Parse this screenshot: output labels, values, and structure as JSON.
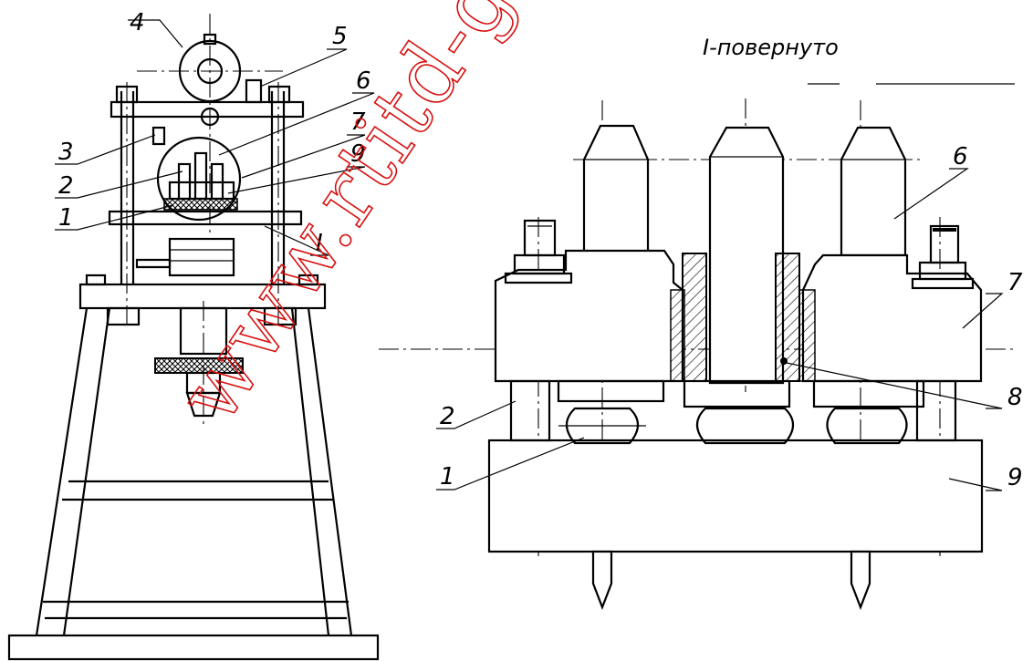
{
  "left_view": {
    "callouts": [
      "1",
      "2",
      "3",
      "4",
      "5",
      "6",
      "7",
      "9"
    ],
    "section_mark": "I"
  },
  "right_view": {
    "title": "I-повернуто",
    "callouts": [
      "1",
      "2",
      "6",
      "7",
      "8",
      "9"
    ]
  },
  "watermark": {
    "text": "www.rtitd-gos",
    "color": "#d81010"
  }
}
